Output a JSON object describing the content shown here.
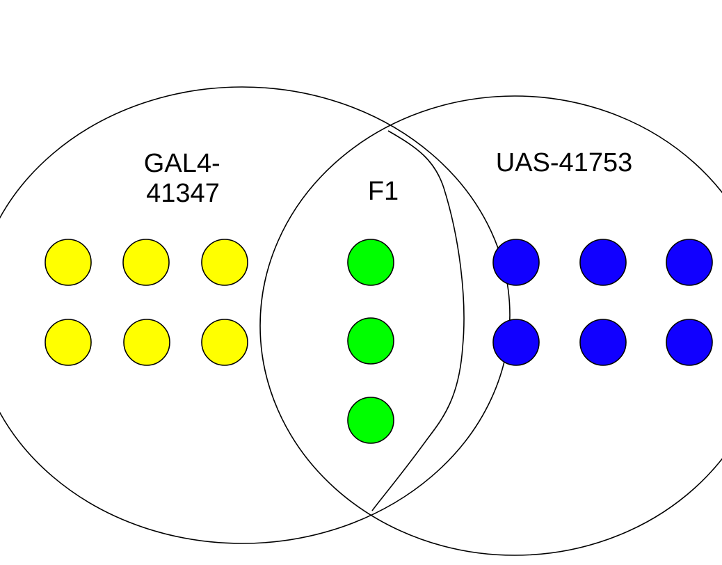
{
  "diagram": {
    "type": "venn",
    "sets": [
      {
        "id": "left",
        "label_lines": [
          "GAL4-",
          "41347"
        ],
        "dot_color": "#ffff00",
        "dot_count": 6
      },
      {
        "id": "overlap",
        "label_lines": [
          "F1"
        ],
        "dot_color": "#00ff00",
        "dot_count": 3
      },
      {
        "id": "right",
        "label_lines": [
          "UAS-41753"
        ],
        "dot_color": "#1100ff",
        "dot_count": 6
      }
    ],
    "outline_color": "#000000",
    "dot_outline_color": "#000000"
  }
}
